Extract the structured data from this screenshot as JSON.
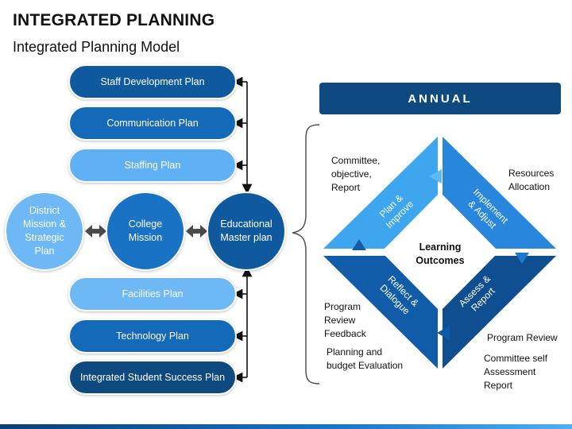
{
  "title": "INTEGRATED PLANNING",
  "subtitle": "Integrated Planning Model",
  "plans_top": [
    {
      "label": "Staff Development Plan",
      "color": "#0f5a9e"
    },
    {
      "label": "Communication Plan",
      "color": "#1469b8"
    },
    {
      "label": "Staffing Plan",
      "color": "#5fb0f5"
    }
  ],
  "plans_bottom": [
    {
      "label": "Facilities Plan",
      "color": "#6db8f5"
    },
    {
      "label": "Technology Plan",
      "color": "#1469b8"
    },
    {
      "label": "Integrated Student Success Plan",
      "color": "#0e4a7f"
    }
  ],
  "circles": {
    "district": "District\nMission &\nStrategic\nPlan",
    "college": "College\nMission",
    "educational": "Educational\nMaster plan"
  },
  "annual": "ANNUAL",
  "cycle": {
    "center": "Learning\nOutcomes",
    "plan_improve": "Plan &\nImprove",
    "implement_adjust": "Implement\n& Adjust",
    "assess_report": "Assess &\nReport",
    "reflect_dialogue": "Reflect &\nDialogue"
  },
  "notes": {
    "committee": "Committee,\nobjective,\nReport",
    "resources": "Resources\nAllocation",
    "program_review_feedback": "Program\nReview\nFeedback",
    "planning_budget": "Planning and\nbudget Evaluation",
    "program_review": "Program Review",
    "committee_self": "Committee self\nAssessment\nReport"
  },
  "colors": {
    "dark": "#0e4a7f",
    "mid": "#1469b8",
    "light": "#5fb0f5",
    "tri_light": "#3ea6ef",
    "tri_mid": "#2481d8",
    "tri_dark": "#115ca8",
    "tri_darker": "#0f4f91"
  }
}
